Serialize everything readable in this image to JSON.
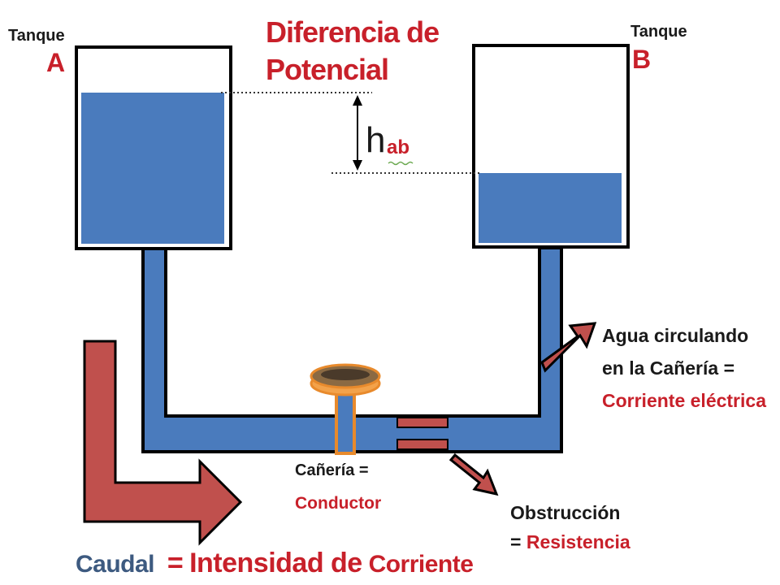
{
  "tank_a": {
    "word": "Tanque",
    "letter": "A"
  },
  "tank_b": {
    "word": "Tanque",
    "letter": "B"
  },
  "potential_title": {
    "line1": "Diferencia de",
    "line2": "Potencial"
  },
  "height_label": {
    "main": "h",
    "sub": "ab"
  },
  "current_note": {
    "line1": "Agua circulando",
    "line2": "en la Cañería =",
    "line3": "Corriente eléctrica"
  },
  "conductor_note": {
    "line1": "Cañería =",
    "line2": "Conductor"
  },
  "resistance_note": {
    "line1": "Obstrucción",
    "equals": "= ",
    "line2": "Resistencia"
  },
  "bottom_caption": {
    "part1": "Caudal",
    "equals": "=",
    "part2": "Intensidad de",
    "part3": "Corriente"
  },
  "colors": {
    "water": "#4a7bbd",
    "arrow": "#c0504d",
    "valve": "#e88a2c",
    "red_text": "#c8202a",
    "navy_text": "#3d5a80"
  }
}
